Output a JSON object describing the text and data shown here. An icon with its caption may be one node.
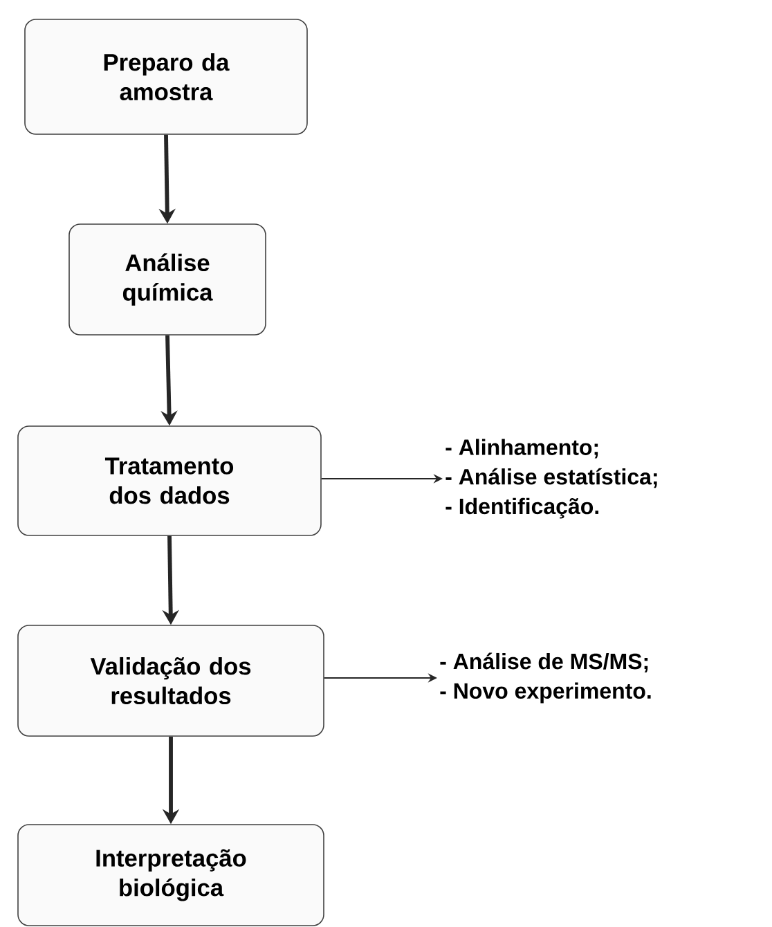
{
  "diagram": {
    "nodes": [
      {
        "text": [
          "Preparo da amostra"
        ]
      },
      {
        "text": [
          "Análise química"
        ]
      },
      {
        "text": [
          "Tratamento dos dados"
        ]
      },
      {
        "text": [
          "Validação dos resultados"
        ]
      },
      {
        "text": [
          "Interpretação biológica"
        ]
      },
      {
        "text": [
          "- Alinhamento;",
          "- Análise estatística;",
          "- Identificação."
        ]
      },
      {
        "text": [
          "- Análise de MS/MS;",
          "- Novo experimento."
        ]
      }
    ],
    "edges": [
      {
        "from": 0,
        "to": 1,
        "arrow": "to"
      },
      {
        "from": 1,
        "to": 2,
        "arrow": "to"
      },
      {
        "from": 2,
        "to": 3,
        "arrow": "to"
      },
      {
        "from": 3,
        "to": 4,
        "arrow": "to"
      },
      {
        "from": 2,
        "to": 5,
        "arrow": "to"
      },
      {
        "from": 3,
        "to": 6,
        "arrow": "to"
      }
    ]
  }
}
